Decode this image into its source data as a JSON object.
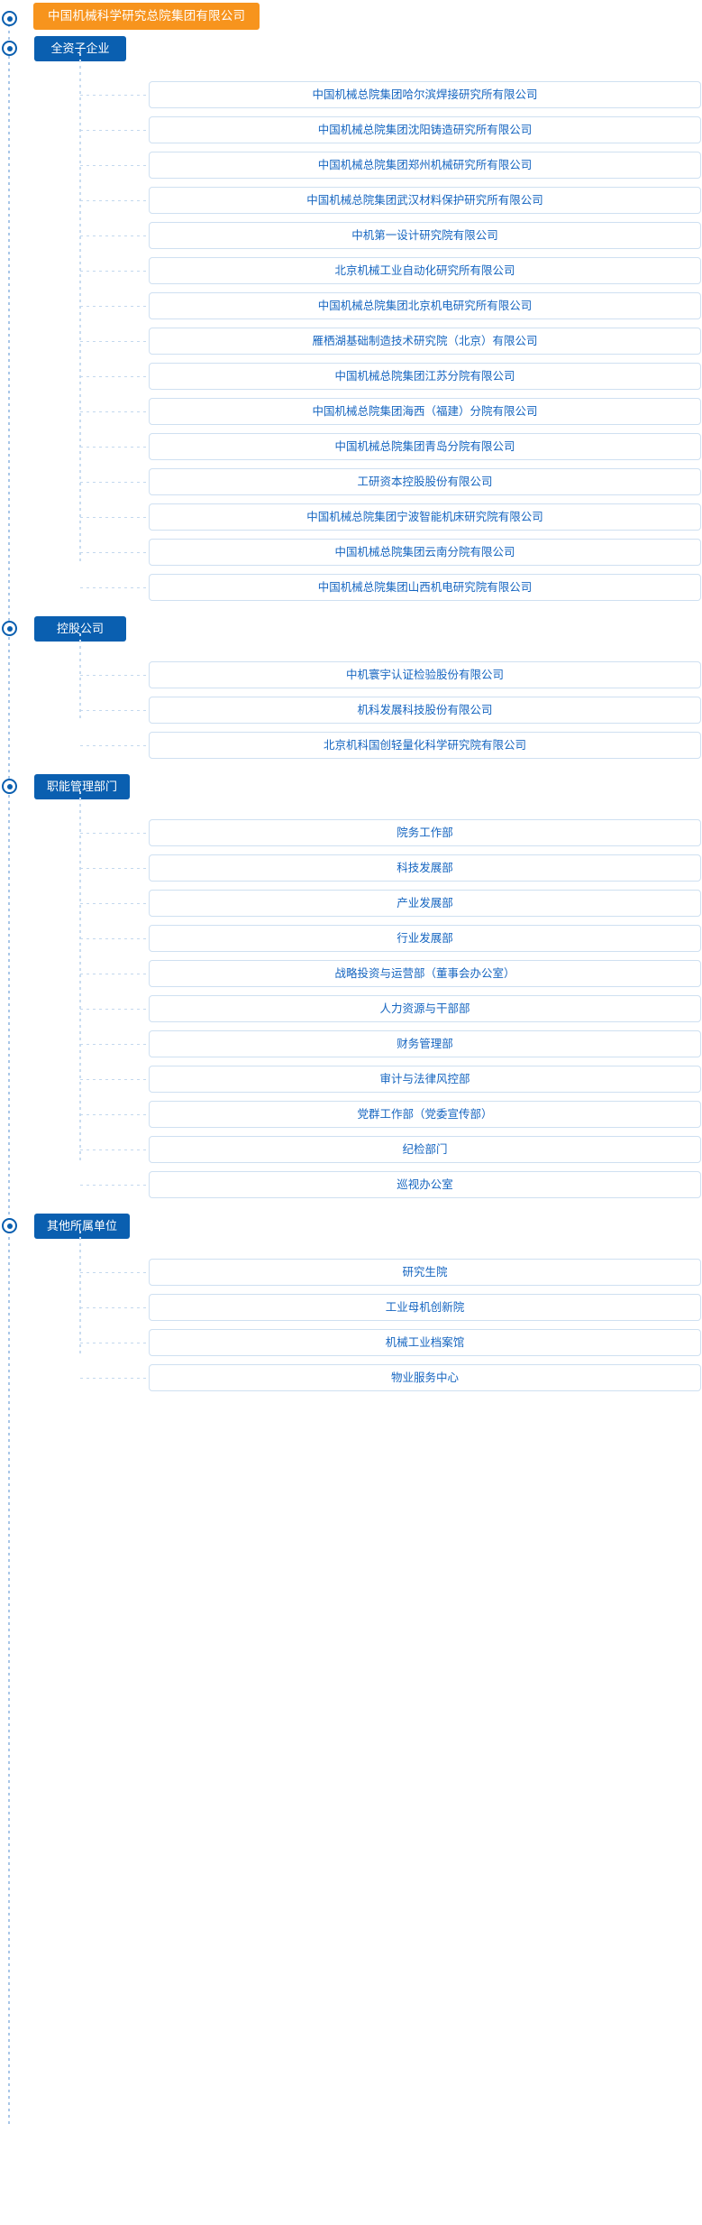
{
  "root": {
    "label": "中国机械科学研究总院集团有限公司",
    "color": "#f7941d",
    "text_color": "#ffffff",
    "marker": "bullet-circle-icon"
  },
  "theme": {
    "section_label_bg": "#0a5fb0",
    "child_border": "#cfe0f1",
    "child_text": "#1565c0",
    "connector": "#c3d8ee",
    "background": "#ffffff"
  },
  "sections": [
    {
      "label": "全资子企业",
      "items": [
        "中国机械总院集团哈尔滨焊接研究所有限公司",
        "中国机械总院集团沈阳铸造研究所有限公司",
        "中国机械总院集团郑州机械研究所有限公司",
        "中国机械总院集团武汉材料保护研究所有限公司",
        "中机第一设计研究院有限公司",
        "北京机械工业自动化研究所有限公司",
        "中国机械总院集团北京机电研究所有限公司",
        "雁栖湖基础制造技术研究院（北京）有限公司",
        "中国机械总院集团江苏分院有限公司",
        "中国机械总院集团海西（福建）分院有限公司",
        "中国机械总院集团青岛分院有限公司",
        "工研资本控股股份有限公司",
        "中国机械总院集团宁波智能机床研究院有限公司",
        "中国机械总院集团云南分院有限公司",
        "中国机械总院集团山西机电研究院有限公司"
      ]
    },
    {
      "label": "控股公司",
      "items": [
        "中机寰宇认证检验股份有限公司",
        "机科发展科技股份有限公司",
        "北京机科国创轻量化科学研究院有限公司"
      ]
    },
    {
      "label": "职能管理部门",
      "items": [
        "院务工作部",
        "科技发展部",
        "产业发展部",
        "行业发展部",
        "战略投资与运营部（董事会办公室）",
        "人力资源与干部部",
        "财务管理部",
        "审计与法律风控部",
        "党群工作部（党委宣传部）",
        "纪检部门",
        "巡视办公室"
      ]
    },
    {
      "label": "其他所属单位",
      "items": [
        "研究生院",
        "工业母机创新院",
        "机械工业档案馆",
        "物业服务中心"
      ]
    }
  ]
}
